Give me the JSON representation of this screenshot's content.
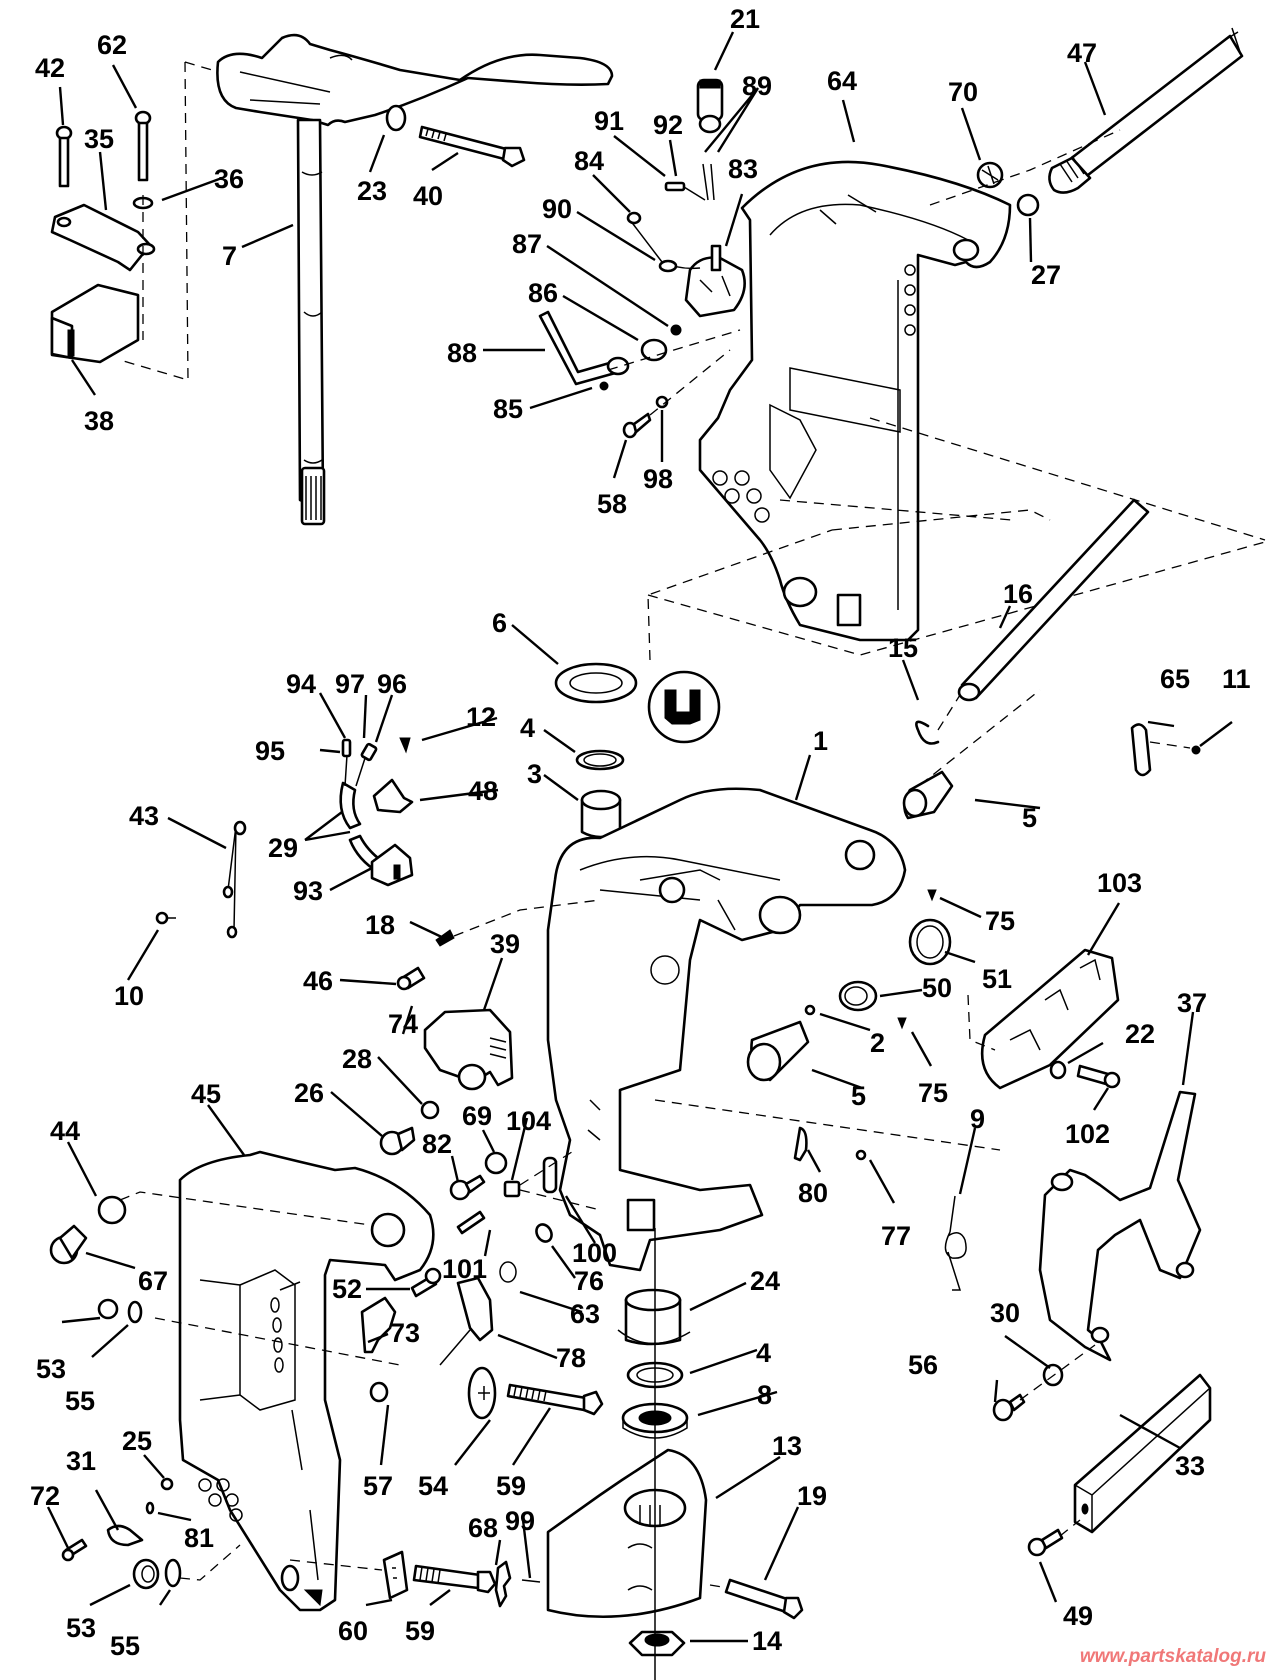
{
  "diagram": {
    "title": "Swivel bracket / stern bracket exploded parts view",
    "watermark": "www.partskatalog.ru",
    "colors": {
      "lines": "#000000",
      "background": "#ffffff",
      "watermark": "#f07878"
    },
    "callouts": [
      {
        "id": "c42",
        "label": "42"
      },
      {
        "id": "c62",
        "label": "62"
      },
      {
        "id": "c35",
        "label": "35"
      },
      {
        "id": "c36",
        "label": "36"
      },
      {
        "id": "c38",
        "label": "38"
      },
      {
        "id": "c7",
        "label": "7"
      },
      {
        "id": "c23",
        "label": "23"
      },
      {
        "id": "c40",
        "label": "40"
      },
      {
        "id": "c21",
        "label": "21"
      },
      {
        "id": "c89",
        "label": "89"
      },
      {
        "id": "c91",
        "label": "91"
      },
      {
        "id": "c92",
        "label": "92"
      },
      {
        "id": "c84",
        "label": "84"
      },
      {
        "id": "c83",
        "label": "83"
      },
      {
        "id": "c90",
        "label": "90"
      },
      {
        "id": "c87",
        "label": "87"
      },
      {
        "id": "c86",
        "label": "86"
      },
      {
        "id": "c88",
        "label": "88"
      },
      {
        "id": "c85",
        "label": "85"
      },
      {
        "id": "c58",
        "label": "58"
      },
      {
        "id": "c98",
        "label": "98"
      },
      {
        "id": "c64",
        "label": "64"
      },
      {
        "id": "c70",
        "label": "70"
      },
      {
        "id": "c47",
        "label": "47"
      },
      {
        "id": "c27",
        "label": "27"
      },
      {
        "id": "c16",
        "label": "16"
      },
      {
        "id": "c15",
        "label": "15"
      },
      {
        "id": "c65",
        "label": "65"
      },
      {
        "id": "c11",
        "label": "11"
      },
      {
        "id": "c6",
        "label": "6"
      },
      {
        "id": "c94",
        "label": "94"
      },
      {
        "id": "c97",
        "label": "97"
      },
      {
        "id": "c96",
        "label": "96"
      },
      {
        "id": "c95",
        "label": "95"
      },
      {
        "id": "c12",
        "label": "12"
      },
      {
        "id": "c48",
        "label": "48"
      },
      {
        "id": "c29",
        "label": "29"
      },
      {
        "id": "c93",
        "label": "93"
      },
      {
        "id": "c43",
        "label": "43"
      },
      {
        "id": "c10",
        "label": "10"
      },
      {
        "id": "c4a",
        "label": "4"
      },
      {
        "id": "c3",
        "label": "3"
      },
      {
        "id": "c1",
        "label": "1"
      },
      {
        "id": "c5a",
        "label": "5"
      },
      {
        "id": "c75a",
        "label": "75"
      },
      {
        "id": "c103",
        "label": "103"
      },
      {
        "id": "c51",
        "label": "51"
      },
      {
        "id": "c50",
        "label": "50"
      },
      {
        "id": "c2",
        "label": "2"
      },
      {
        "id": "c75b",
        "label": "75"
      },
      {
        "id": "c5b",
        "label": "5"
      },
      {
        "id": "c22",
        "label": "22"
      },
      {
        "id": "c102",
        "label": "102"
      },
      {
        "id": "c37",
        "label": "37"
      },
      {
        "id": "c18",
        "label": "18"
      },
      {
        "id": "c46",
        "label": "46"
      },
      {
        "id": "c74",
        "label": "74"
      },
      {
        "id": "c39",
        "label": "39"
      },
      {
        "id": "c28",
        "label": "28"
      },
      {
        "id": "c26",
        "label": "26"
      },
      {
        "id": "c69",
        "label": "69"
      },
      {
        "id": "c104",
        "label": "104"
      },
      {
        "id": "c82",
        "label": "82"
      },
      {
        "id": "c45",
        "label": "45"
      },
      {
        "id": "c44",
        "label": "44"
      },
      {
        "id": "c67",
        "label": "67"
      },
      {
        "id": "c80",
        "label": "80"
      },
      {
        "id": "c77",
        "label": "77"
      },
      {
        "id": "c9",
        "label": "9"
      },
      {
        "id": "c101",
        "label": "101"
      },
      {
        "id": "c100",
        "label": "100"
      },
      {
        "id": "c76",
        "label": "76"
      },
      {
        "id": "c24",
        "label": "24"
      },
      {
        "id": "c52",
        "label": "52"
      },
      {
        "id": "c63",
        "label": "63"
      },
      {
        "id": "c73",
        "label": "73"
      },
      {
        "id": "c78",
        "label": "78"
      },
      {
        "id": "c53a",
        "label": "53"
      },
      {
        "id": "c55a",
        "label": "55"
      },
      {
        "id": "c4b",
        "label": "4"
      },
      {
        "id": "c8",
        "label": "8"
      },
      {
        "id": "c57",
        "label": "57"
      },
      {
        "id": "c54",
        "label": "54"
      },
      {
        "id": "c59a",
        "label": "59"
      },
      {
        "id": "c13",
        "label": "13"
      },
      {
        "id": "c30",
        "label": "30"
      },
      {
        "id": "c56",
        "label": "56"
      },
      {
        "id": "c25",
        "label": "25"
      },
      {
        "id": "c31",
        "label": "31"
      },
      {
        "id": "c81",
        "label": "81"
      },
      {
        "id": "c72",
        "label": "72"
      },
      {
        "id": "c68",
        "label": "68"
      },
      {
        "id": "c99",
        "label": "99"
      },
      {
        "id": "c19",
        "label": "19"
      },
      {
        "id": "c53b",
        "label": "53"
      },
      {
        "id": "c55b",
        "label": "55"
      },
      {
        "id": "c60",
        "label": "60"
      },
      {
        "id": "c59b",
        "label": "59"
      },
      {
        "id": "c14",
        "label": "14"
      },
      {
        "id": "c33",
        "label": "33"
      },
      {
        "id": "c49",
        "label": "49"
      }
    ]
  }
}
